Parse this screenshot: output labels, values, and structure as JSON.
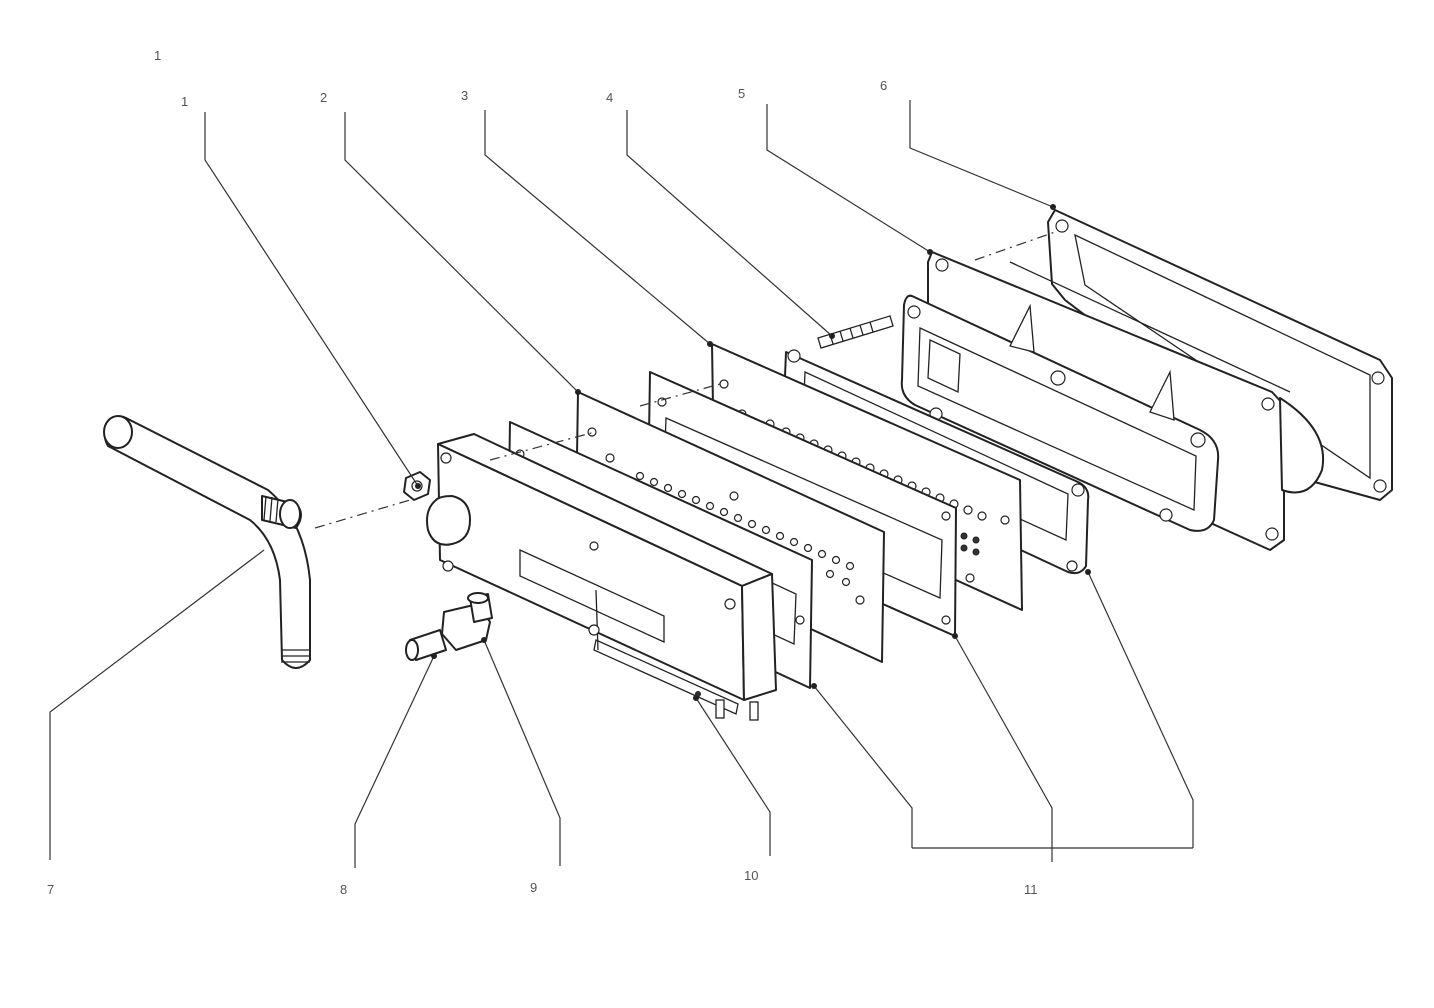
{
  "figure_title": "1",
  "callouts": [
    "1",
    "2",
    "3",
    "4",
    "5",
    "6",
    "7",
    "8",
    "9",
    "10",
    "11"
  ],
  "colors": {
    "line": "#222222",
    "label": "#555555",
    "background": "#ffffff"
  }
}
